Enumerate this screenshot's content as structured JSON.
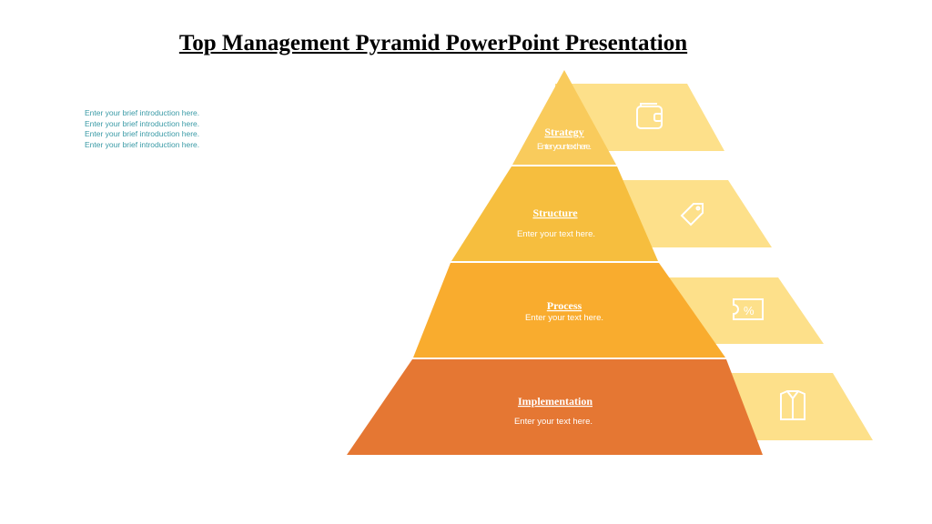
{
  "title": "Top Management Pyramid PowerPoint Presentation",
  "intro_lines": [
    "Enter your brief introduction here.",
    "Enter your brief introduction here.",
    "Enter your brief introduction here.",
    "Enter your brief introduction here."
  ],
  "tiers": [
    {
      "label": "Strategy",
      "text": "Enter your text here.",
      "color": "#F9CB5C",
      "icon": "wallet-icon"
    },
    {
      "label": "Structure",
      "text": "Enter your text here.",
      "color": "#F6BE3E",
      "icon": "tag-icon"
    },
    {
      "label": "Process",
      "text": "Enter your text here.",
      "color": "#F9AC2E",
      "icon": "discount-ticket-icon"
    },
    {
      "label": "Implementation",
      "text": "Enter your text here.",
      "color": "#E57733",
      "icon": "shirt-icon"
    }
  ],
  "side_color": "#FDE08A"
}
